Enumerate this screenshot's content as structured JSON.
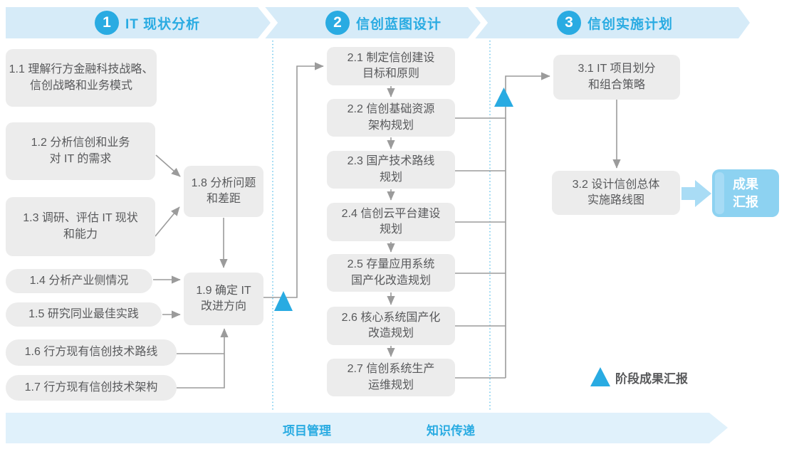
{
  "colors": {
    "accent_blue": "#29abe2",
    "header_band_blue": "#d6ebf8",
    "footer_band_blue": "#e0f1fb",
    "step_box_gray": "#ececec",
    "step_text_gray": "#58595b",
    "connector_gray": "#9b9b9b",
    "dotted_divider_blue": "#5ec1ea",
    "result_box_blue": "#8dd2f1",
    "block_arrow_blue": "#a9dcf5"
  },
  "phases": [
    {
      "number": "1",
      "title": "IT 现状分析"
    },
    {
      "number": "2",
      "title": "信创蓝图设计"
    },
    {
      "number": "3",
      "title": "信创实施计划"
    }
  ],
  "steps": {
    "s1_1": "1.1 理解行方金融科技战略、\n信创战略和业务模式",
    "s1_2": "1.2 分析信创和业务\n对 IT 的需求",
    "s1_3": "1.3 调研、评估 IT 现状\n和能力",
    "s1_4": "1.4 分析产业侧情况",
    "s1_5": "1.5 研究同业最佳实践",
    "s1_6": "1.6 行方现有信创技术路线",
    "s1_7": "1.7 行方现有信创技术架构",
    "s1_8": "1.8 分析问题\n和差距",
    "s1_9": "1.9 确定 IT\n改进方向",
    "s2_1": "2.1 制定信创建设\n目标和原则",
    "s2_2": "2.2 信创基础资源\n架构规划",
    "s2_3": "2.3 国产技术路线\n规划",
    "s2_4": "2.4 信创云平台建设\n规划",
    "s2_5": "2.5 存量应用系统\n国产化改造规划",
    "s2_6": "2.6 核心系统国产化\n改造规划",
    "s2_7": "2.7 信创系统生产\n运维规划",
    "s3_1": "3.1 IT 项目划分\n和组合策略",
    "s3_2": "3.2 设计信创总体\n实施路线图"
  },
  "result_box": {
    "label": "成果\n汇报"
  },
  "legend": {
    "milestone_label": "阶段成果汇报"
  },
  "footer": {
    "left_label": "项目管理",
    "right_label": "知识传递"
  }
}
